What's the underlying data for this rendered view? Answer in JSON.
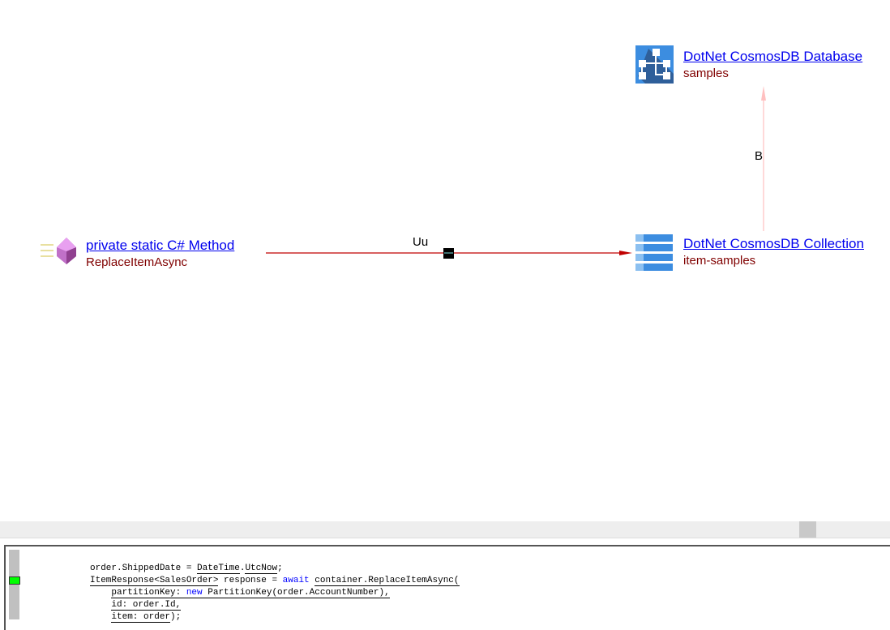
{
  "nodes": {
    "method": {
      "title": " private static C# Method",
      "subtitle": "ReplaceItemAsync",
      "icon": "csharp-method-icon"
    },
    "database": {
      "title": "DotNet CosmosDB Database",
      "subtitle": "samples",
      "icon": "database-icon"
    },
    "collection": {
      "title": "DotNet CosmosDB Collection",
      "subtitle": "item-samples",
      "icon": "collection-icon"
    }
  },
  "edges": {
    "method_to_collection": {
      "label": "Uu",
      "color": "#c00000"
    },
    "collection_to_database": {
      "label": "B",
      "color": "#ffc0c0"
    }
  },
  "code": {
    "lines": [
      [
        {
          "t": "order.ShippedDate = "
        },
        {
          "t": "DateTime",
          "u": true
        },
        {
          "t": "."
        },
        {
          "t": "UtcNow",
          "u": true
        },
        {
          "t": ";"
        }
      ],
      [
        {
          "t": "ItemResponse<SalesOrder>",
          "u": true
        },
        {
          "t": " response = "
        },
        {
          "t": "await",
          "kw": true
        },
        {
          "t": " "
        },
        {
          "t": "container.ReplaceItemAsync(",
          "u": true
        }
      ],
      [
        {
          "t": "    "
        },
        {
          "t": "partitionKey: ",
          "u": true
        },
        {
          "t": "new",
          "kw": true,
          "u": true
        },
        {
          "t": " PartitionKey(order.AccountNumber),",
          "u": true
        }
      ],
      [
        {
          "t": "    "
        },
        {
          "t": "id: order.Id,",
          "u": true
        }
      ],
      [
        {
          "t": "    "
        },
        {
          "t": "item: order",
          "u": true
        },
        {
          "t": ");"
        }
      ]
    ]
  }
}
